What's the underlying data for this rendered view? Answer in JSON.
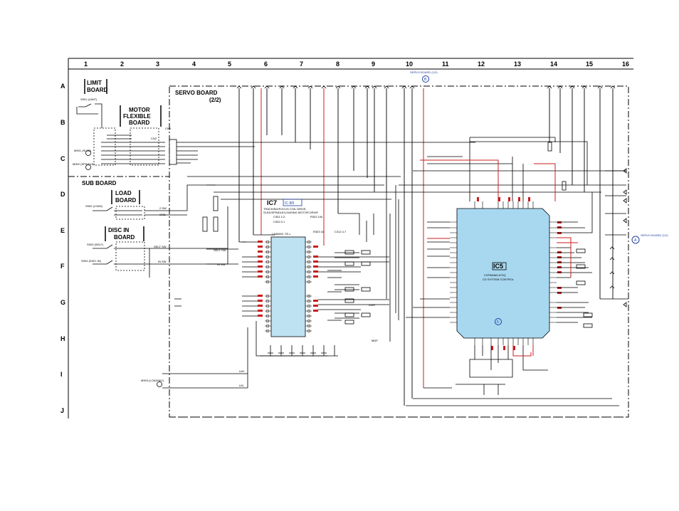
{
  "grid": {
    "columns": [
      "1",
      "2",
      "3",
      "4",
      "5",
      "6",
      "7",
      "8",
      "9",
      "10",
      "11",
      "12",
      "13",
      "14",
      "15",
      "16"
    ],
    "rows": [
      "A",
      "B",
      "C",
      "D",
      "E",
      "F",
      "G",
      "H",
      "I",
      "J"
    ]
  },
  "boards": {
    "limit": "LIMIT BOARD",
    "limit_l1": "LIMIT",
    "limit_l2": "BOARD",
    "motor_l1": "MOTOR",
    "motor_l2": "FLEXIBLE",
    "motor_l3": "BOARD",
    "sub": "SUB BOARD",
    "load_l1": "LOAD",
    "load_l2": "BOARD",
    "discin_l1": "DISC IN",
    "discin_l2": "BOARD",
    "servo_l1": "SERVO BOARD",
    "servo_l2": "(2/2)",
    "servo_top": "SERVO BOARD (1/2)",
    "servo_ref_b": "B",
    "servo_ref_a": "A",
    "servo_right": "SERVO BOARD (1/2)"
  },
  "ic7": {
    "name": "IC7",
    "tag": "IC 8/0",
    "desc1": "TRACKING/FOCUS COIL DRIVE,",
    "desc2": "SLED/SPINDLE/LOADING MOTOR DRIVE",
    "part": "LA6560C-TE-L"
  },
  "ic5": {
    "name": "IC5",
    "part": "CXP86460-672Q",
    "desc": "CD SYSTEM CONTROL",
    "ref": "5"
  },
  "switches": {
    "s901": "S901 (LIMIT)",
    "s902": "S902 (LOAD)",
    "s903": "S903 (SELF)",
    "s904": "S904 (DISC IN)"
  },
  "motors": {
    "m901": "M901 (SLED)",
    "m902": "M902 (SPINDLE)",
    "m903": "M903 (LOADING)"
  },
  "signals": {
    "sw1": "2 SW",
    "gnd": "GND",
    "self_sw": "SELF SW",
    "in_sw": "IN SW",
    "selfsw": "SELF SW",
    "insw": "IN SW",
    "dwp": "DWP",
    "mdp": "MDP",
    "lm_plus": "LM+",
    "lm_minus": "LM-"
  },
  "components": {
    "cn2": "CN2",
    "cn3": "CN3",
    "c301": "C301 2.2",
    "c302": "C302 0.1",
    "r302": "R302 10k",
    "r301": "R301 10k",
    "c312": "C312 4.7",
    "r303": "R303 1k"
  },
  "colors": {
    "line": "#000000",
    "red": "#c81e1e",
    "blue": "#1f3f9f",
    "ic_fill": "#bfe2f2",
    "ic5_fill": "#a8d8f0"
  }
}
